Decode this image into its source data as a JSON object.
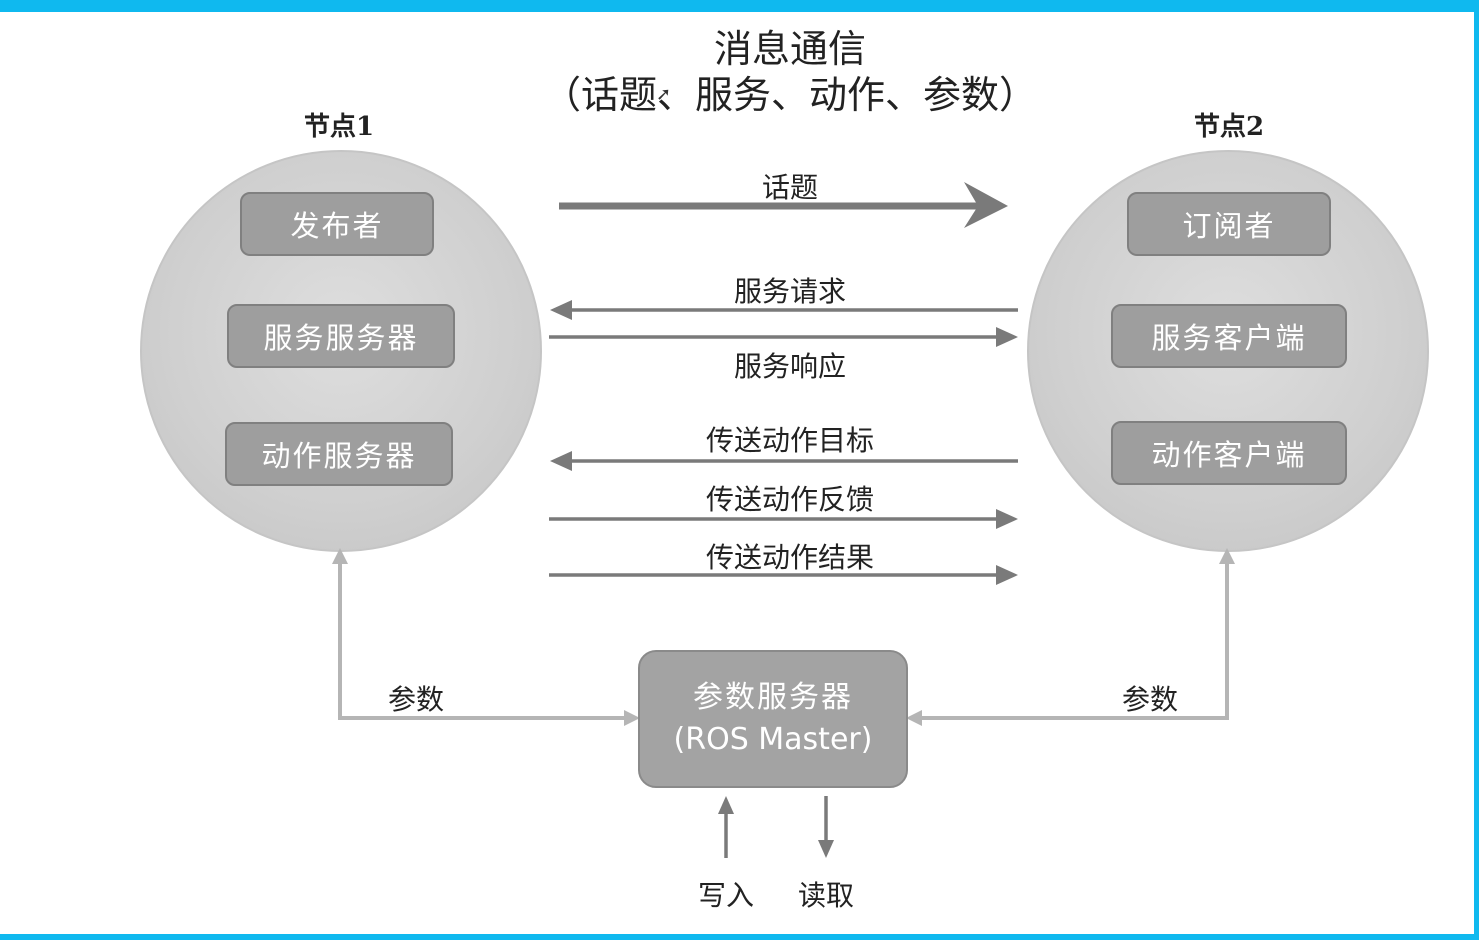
{
  "title": "消息通信",
  "subtitle": "（话题、服务、动作、参数）",
  "node1": {
    "label": "节点1",
    "items": [
      "发布者",
      "服务服务器",
      "动作服务器"
    ]
  },
  "node2": {
    "label": "节点2",
    "items": [
      "订阅者",
      "服务客户端",
      "动作客户端"
    ]
  },
  "links": {
    "topic": "话题",
    "service_request": "服务请求",
    "service_response": "服务响应",
    "action_goal": "传送动作目标",
    "action_feedback": "传送动作反馈",
    "action_result": "传送动作结果"
  },
  "master": {
    "line1": "参数服务器",
    "line2": "(ROS Master)"
  },
  "param_left": "参数",
  "param_right": "参数",
  "write": "写入",
  "read": "读取",
  "colors": {
    "accent_border": "#0fb9ef",
    "arrow_dark": "#7a7a7a",
    "arrow_light": "#b5b5b5"
  }
}
